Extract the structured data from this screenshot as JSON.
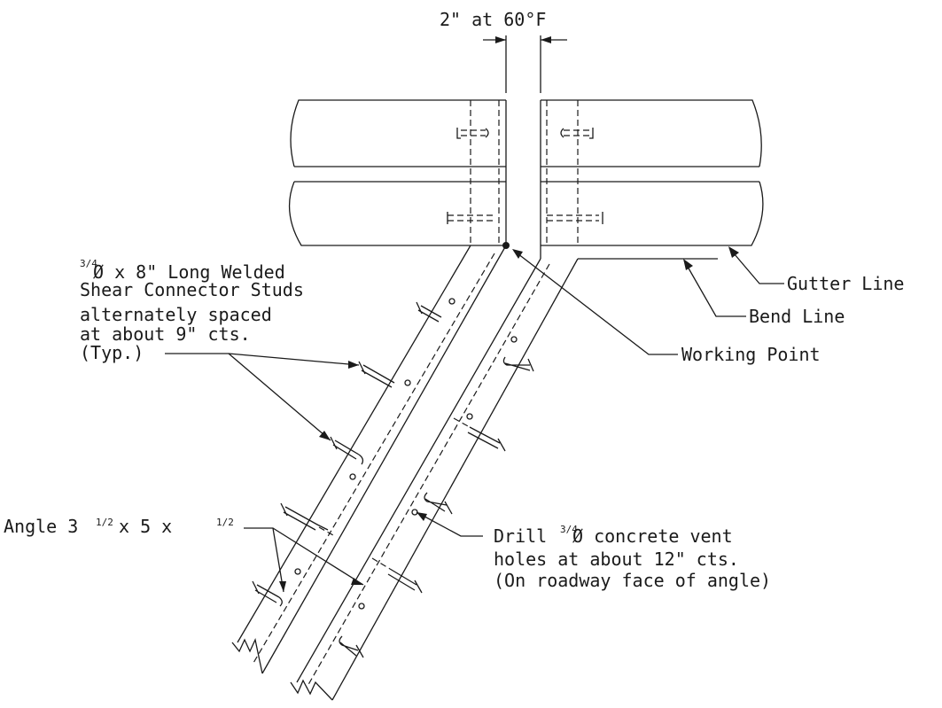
{
  "labels": {
    "expansion_gap": "2\" at 60°F",
    "gutter_line": "Gutter Line",
    "bend_line": "Bend Line",
    "working_point": "Working Point",
    "studs_line1": "Ø x 8\" Long Welded",
    "studs_frac": "3/4",
    "studs_line2": "Shear Connector Studs",
    "studs_line3": "alternately spaced",
    "studs_line4": "at about 9\" cts.",
    "studs_line5": "(Typ.)",
    "angle_prefix": "Angle 3",
    "angle_frac1": "1/2",
    "angle_mid": "x 5 x",
    "angle_frac2": "1/2",
    "drill_prefix": "Drill",
    "drill_frac": "3/4",
    "drill_line1": "Ø concrete vent",
    "drill_line2": "holes at about 12\" cts.",
    "drill_line3": "(On roadway face of angle)"
  }
}
